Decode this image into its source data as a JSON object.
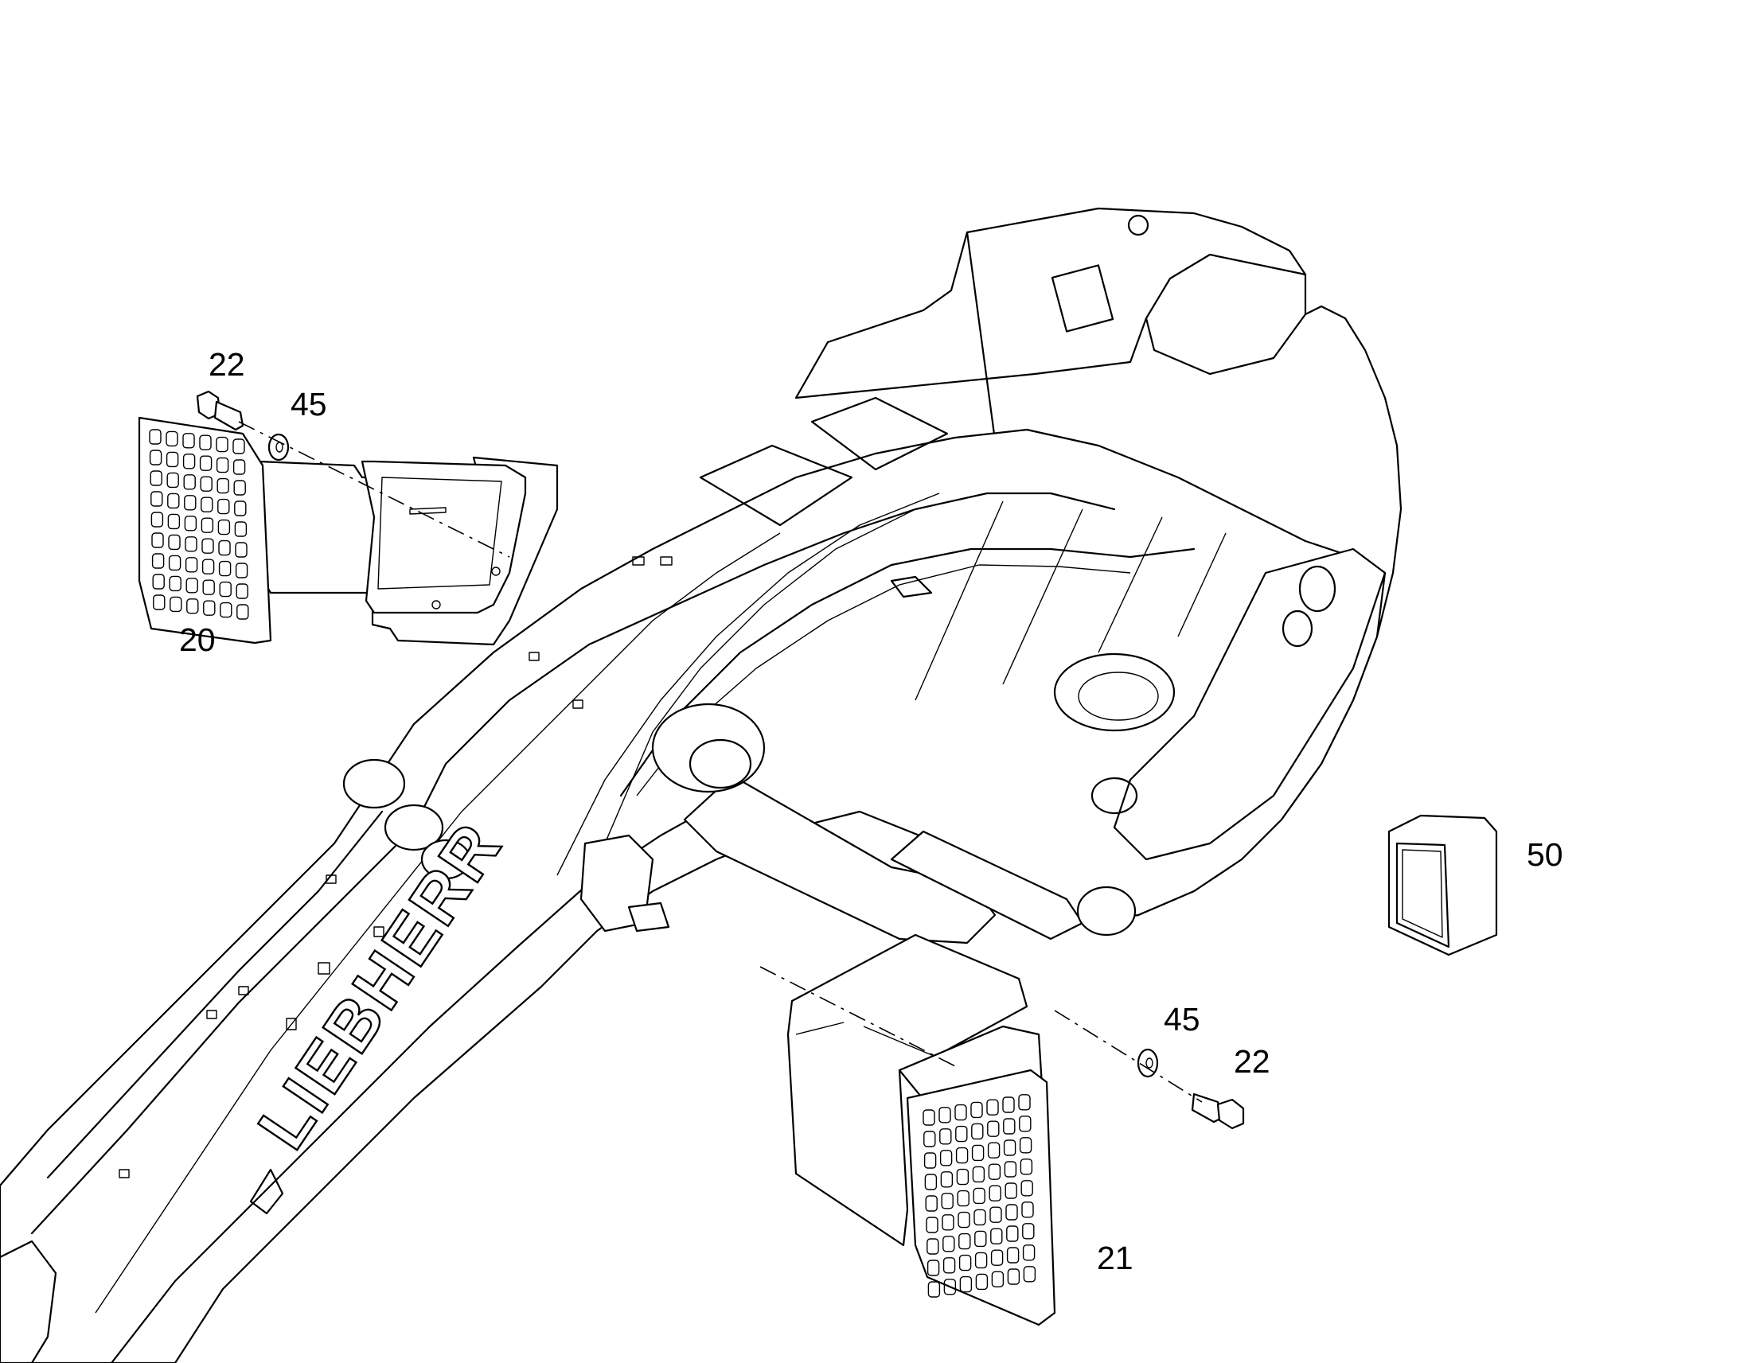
{
  "diagram": {
    "brand_text": "LIEBHERR",
    "callouts": {
      "step_left_part": "20",
      "step_right_part": "21",
      "bolt_upper": "22",
      "washer_upper": "45",
      "bolt_lower": "22",
      "washer_lower": "45",
      "cover": "50"
    }
  }
}
